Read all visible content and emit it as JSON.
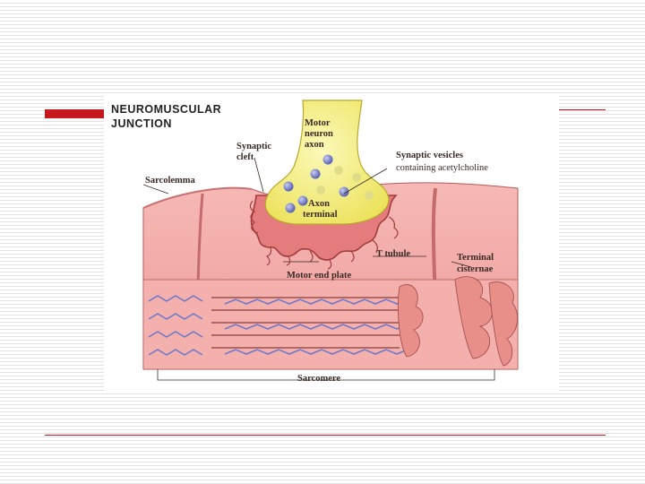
{
  "slide": {
    "colors": {
      "accent": "#c8181f",
      "muscle": "#f0a0a0",
      "axon": "#f2ee6e",
      "vesicle": "#6d77c9"
    }
  },
  "diagram": {
    "title_line1": "Neuromuscular",
    "title_line2": "Junction",
    "labels": {
      "motor_neuron_axon": [
        "Motor",
        "neuron",
        "axon"
      ],
      "synaptic_cleft": [
        "Synaptic",
        "cleft"
      ],
      "synaptic_vesicles": "Synaptic vesicles",
      "containing_acetylcholine": "containing acetylcholine",
      "sarcolemma": "Sarcolemma",
      "axon_terminal": [
        "Axon",
        "terminal"
      ],
      "t_tubule": "T tubule",
      "terminal_cisternae": [
        "Terminal",
        "cisternae"
      ],
      "motor_end_plate": "Motor end plate",
      "sarcomere": "Sarcomere"
    }
  }
}
